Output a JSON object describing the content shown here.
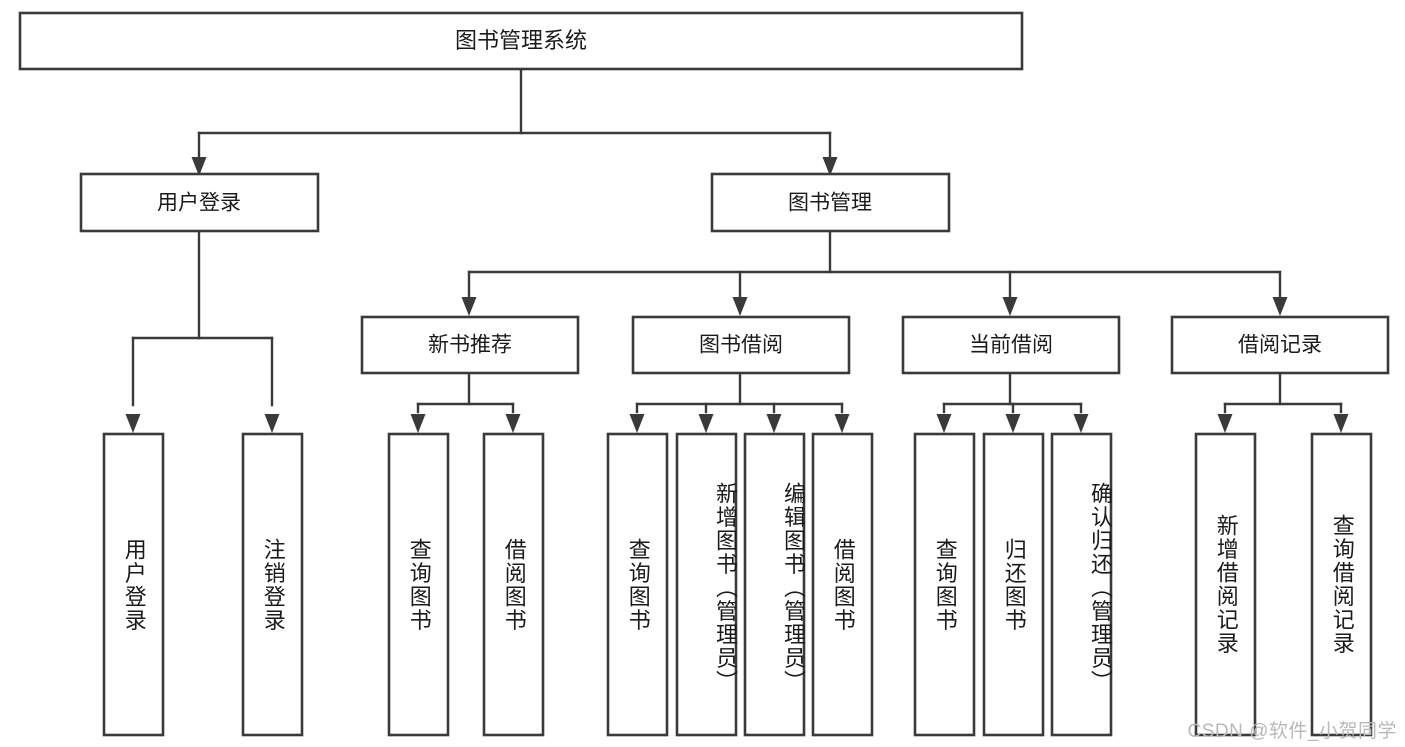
{
  "diagram": {
    "type": "tree",
    "title": "图书管理系统",
    "watermark": "CSDN @软件_小贺同学",
    "colors": {
      "background": "#ffffff",
      "box_stroke": "#3a3a3a",
      "box_fill": "#ffffff",
      "text": "#1b1b1b",
      "watermark_text": "#b9b9b9"
    },
    "root": {
      "label": "图书管理系统"
    },
    "level1": [
      {
        "label": "用户登录"
      },
      {
        "label": "图书管理"
      }
    ],
    "level2": [
      {
        "label": "新书推荐"
      },
      {
        "label": "图书借阅"
      },
      {
        "label": "当前借阅"
      },
      {
        "label": "借阅记录"
      }
    ],
    "leaves": {
      "user_login": [
        {
          "label": "用户登录"
        },
        {
          "label": "注销登录"
        }
      ],
      "new_book_recommend": [
        {
          "label": "查询图书"
        },
        {
          "label": "借阅图书"
        }
      ],
      "book_borrow": [
        {
          "label": "查询图书"
        },
        {
          "label": "新增图书（管理员）"
        },
        {
          "label": "编辑图书（管理员）"
        },
        {
          "label": "借阅图书"
        }
      ],
      "current_borrow": [
        {
          "label": "查询图书"
        },
        {
          "label": "归还图书"
        },
        {
          "label": "确认归还（管理员）"
        }
      ],
      "borrow_record": [
        {
          "label": "新增借阅记录"
        },
        {
          "label": "查询借阅记录"
        }
      ]
    }
  }
}
